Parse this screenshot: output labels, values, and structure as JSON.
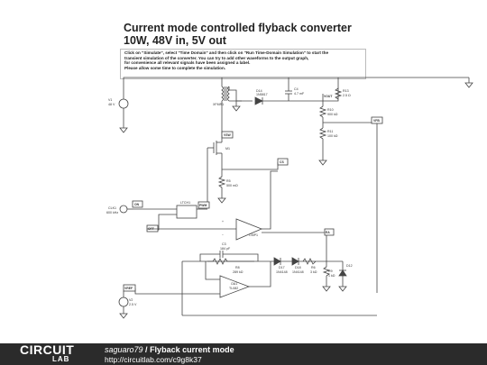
{
  "title": {
    "line1": "Current mode controlled flyback converter",
    "line2": "10W, 48V in, 5V out"
  },
  "instructions": [
    "Click on \"Simulate\", select \"Time Domain\" and then click on \"Run Time-Domain Simulation\" to start the",
    "transient simulation of the converter. You can try to add other waveforms to the output graph,",
    "for convenience all relevant signals have been assigned a label.",
    "Please allow some time to complete the simulation."
  ],
  "components": {
    "v1": {
      "name": "V1",
      "value": "48 V"
    },
    "xfmr": {
      "name": "XFMR1"
    },
    "d14": {
      "name": "D14",
      "value": "1N5817"
    },
    "c4": {
      "name": "C4",
      "value": "4.7 mF"
    },
    "r13": {
      "name": "R13",
      "value": "2.5 Ω"
    },
    "r10": {
      "name": "R10",
      "value": "900 kΩ"
    },
    "r11": {
      "name": "R11",
      "value": "100 kΩ"
    },
    "m1": {
      "name": "M1"
    },
    "r5": {
      "name": "R5",
      "value": "500 mΩ"
    },
    "clk1": {
      "name": "CLK1",
      "value": "600 kHz"
    },
    "latch": {
      "name": "LTCH1"
    },
    "cmp1": {
      "name": "CMP1"
    },
    "c3": {
      "name": "C3",
      "value": "184 pF"
    },
    "r8": {
      "name": "R8",
      "value": "289 kΩ"
    },
    "d17": {
      "name": "D17",
      "value": "1N4148"
    },
    "d18": {
      "name": "D18",
      "value": "1N4148"
    },
    "r6": {
      "name": "R6",
      "value": "3 kΩ"
    },
    "r9": {
      "name": "R9",
      "value": "1 kΩ"
    },
    "oa1": {
      "name": "OA1",
      "value": "TL082"
    },
    "v2": {
      "name": "V2",
      "value": "2.5 V"
    },
    "zener": {
      "name": "D12"
    }
  },
  "labels": {
    "vout": "VOUT",
    "vfb": "VFB",
    "vsw": "VSW",
    "cs": "CS",
    "on": "ON",
    "pwm": "PWM",
    "off": "OFF",
    "ea": "EA",
    "vref": "VREF"
  },
  "footer": {
    "logo_top": "CIRCUIT",
    "logo_bottom": "LAB",
    "author": "saguaro79",
    "separator": " / ",
    "circuit_name": "Flyback current mode",
    "url": "http://circuitlab.com/c9g8k37"
  }
}
